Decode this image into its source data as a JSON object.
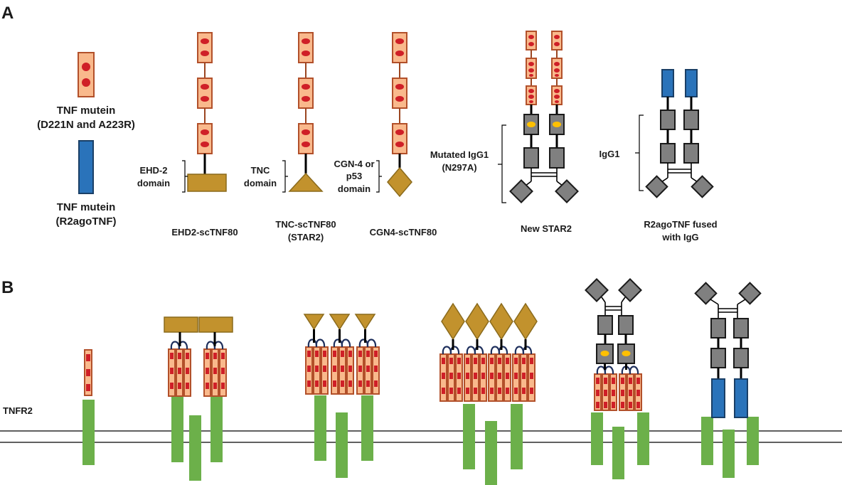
{
  "panel_a": {
    "letter": "A",
    "legend_tnf_mutein": {
      "line1": "TNF mutein",
      "line2": "(D221N and A223R)"
    },
    "legend_r2ago": {
      "line1": "TNF mutein",
      "line2": "(R2agoTNF)"
    },
    "constructs": [
      {
        "name": "EHD2-scTNF80",
        "domain_line1": "EHD-2",
        "domain_line2": "domain"
      },
      {
        "name_line1": "TNC-scTNF80",
        "name_line2": "(STAR2)",
        "domain_line1": "TNC",
        "domain_line2": "domain"
      },
      {
        "name": "CGN4-scTNF80",
        "domain_line1": "CGN-4 or",
        "domain_line2": "p53",
        "domain_line3": "domain"
      },
      {
        "name": "New STAR2",
        "domain_line1": "Mutated IgG1",
        "domain_line2": "(N297A)"
      },
      {
        "name_line1": "R2agoTNF fused",
        "name_line2": "with IgG",
        "domain_line1": "IgG1"
      }
    ]
  },
  "panel_b": {
    "letter": "B",
    "receptor_label": "TNFR2"
  },
  "colors": {
    "tnf_segment": "#f9b98c",
    "tnf_outline": "#b2502a",
    "mutation_dot": "#cf1f27",
    "r2ago_blue": "#2a73ba",
    "domain_gold": "#c2922d",
    "igg_grey": "#808080",
    "n297a_marker": "#ffc000",
    "linker": "#1e2f5c",
    "tnfr2_green": "#6cb04a"
  }
}
